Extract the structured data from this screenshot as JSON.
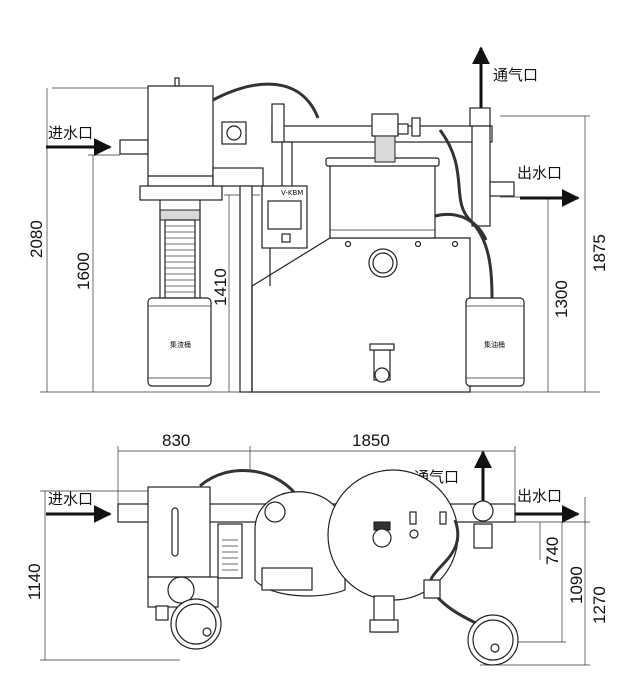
{
  "labels": {
    "inlet": "进水口",
    "vent": "通气口",
    "outlet": "出水口",
    "oil_bucket": "集油桶",
    "residue_bucket": "集渣桶",
    "control_box": "V-KBM"
  },
  "dimensions": {
    "front_total_height": "2080",
    "front_inlet_height": "1600",
    "front_tank_height": "1410",
    "front_outlet_height": "1875",
    "front_oil_height": "1300",
    "top_left_width": "830",
    "top_main_width": "1850",
    "top_total_depth": "1140",
    "top_dim_a": "740",
    "top_dim_b": "1090",
    "top_dim_c": "1270"
  }
}
